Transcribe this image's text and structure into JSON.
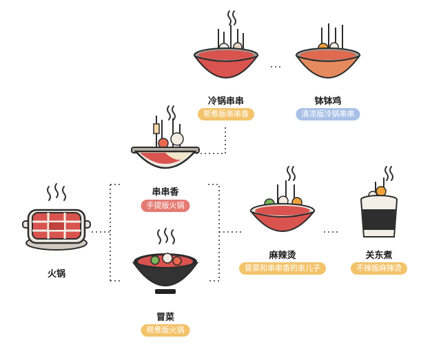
{
  "nodes": {
    "hotpot": {
      "name": "火锅",
      "tag": ""
    },
    "chuanchuan": {
      "name": "串串香",
      "tag": "手提版火锅"
    },
    "maocai": {
      "name": "冒菜",
      "tag": "帮煮版火锅"
    },
    "lengguo": {
      "name": "冷锅串串",
      "tag": "帮煮版串串香"
    },
    "bobo": {
      "name": "钵钵鸡",
      "tag": "清凉版冷锅串串"
    },
    "malatang": {
      "name": "麻辣烫",
      "tag": "冒菜和串串香的亲儿子"
    },
    "oden": {
      "name": "关东煮",
      "tag": "不辣版麻辣烫"
    }
  },
  "colors": {
    "soup": "#d9534f",
    "bowl": "#f1ede6",
    "outline": "#2b2b2b",
    "tag_orange": "#f3c36b",
    "tag_red": "#e47b73",
    "tag_blue": "#a9c1e6"
  },
  "icons": [
    "steam-icon",
    "hotpot-pot-icon",
    "skewer-bowl-icon",
    "dark-bowl-icon",
    "oden-cup-icon"
  ]
}
